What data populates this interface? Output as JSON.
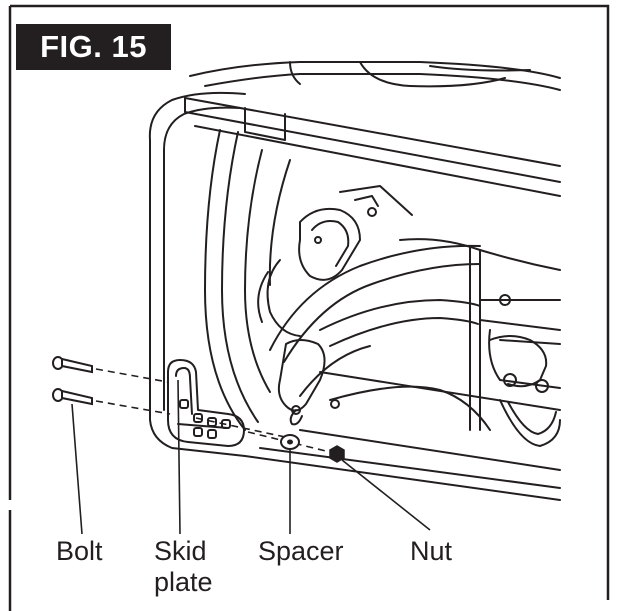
{
  "figure": {
    "title": "FIG. 15",
    "labels": {
      "bolt": "Bolt",
      "skid_plate_line1": "Skid",
      "skid_plate_line2": "plate",
      "spacer": "Spacer",
      "nut": "Nut"
    }
  },
  "colors": {
    "line": "#231f20",
    "background": "#ffffff",
    "title_bg": "#231f20",
    "title_text": "#ffffff"
  }
}
